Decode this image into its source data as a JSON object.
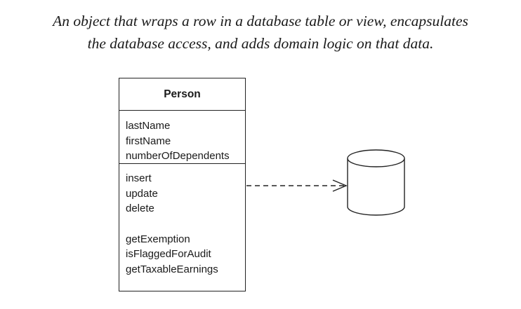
{
  "caption": {
    "line1": "An object that wraps a row in a database table or view, encapsulates",
    "line2": "the database access, and adds domain logic on that data."
  },
  "class": {
    "name": "Person",
    "attributes": [
      "lastName",
      "firstName",
      "numberOfDependents"
    ],
    "operations_group1": [
      "insert",
      "update",
      "delete"
    ],
    "operations_group2": [
      "getExemption",
      "isFlaggedForAudit",
      "getTaxableEarnings"
    ]
  },
  "dependency": {
    "from": "Person",
    "to": "database",
    "style": "dashed",
    "arrowhead": "open"
  },
  "database": {
    "icon": "database-cylinder-icon"
  },
  "colors": {
    "stroke": "#222222",
    "text": "#1a1a1a",
    "background": "#ffffff"
  }
}
